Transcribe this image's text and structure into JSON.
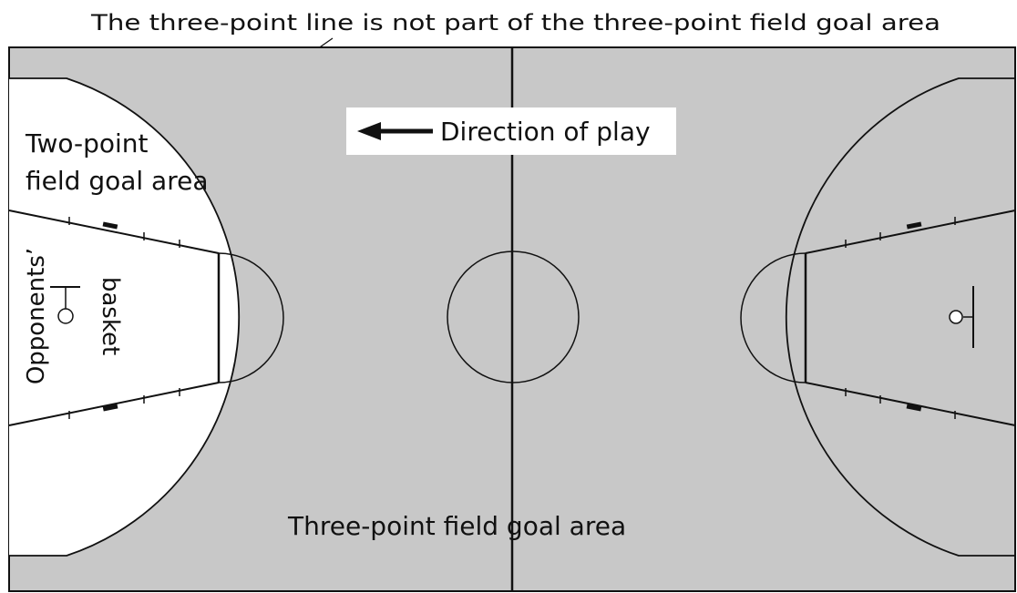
{
  "annotation": "The three-point line is not part of the three-point field goal area",
  "direction_label": "Direction of play",
  "two_point_label": [
    "Two-point",
    "field goal area"
  ],
  "opponents_basket_label": [
    "Opponents’",
    "basket"
  ],
  "three_point_label": "Three-point field goal area",
  "colors": {
    "court_fill": "#c8c8c8",
    "two_point_fill": "#ffffff",
    "line": "#111111",
    "text": "#111111"
  }
}
